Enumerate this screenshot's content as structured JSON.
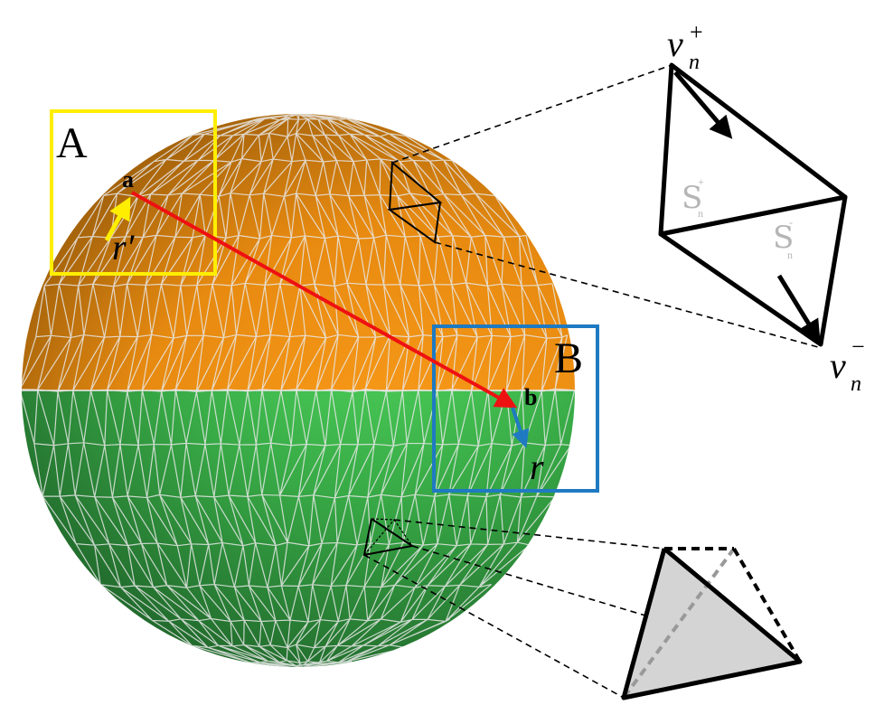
{
  "labels": {
    "box_a": "A",
    "box_b": "B",
    "point_a": "a",
    "point_b": "b",
    "r_prime": "r′",
    "r": "r",
    "v": "v",
    "sub_n": "n",
    "sup_plus": "+",
    "sup_minus": "−",
    "s_symbol": "S",
    "s_plus": "+",
    "s_minus": "-"
  },
  "colors": {
    "upper_sphere_light": "#ff9f1c",
    "upper_sphere_dark": "#7a4a08",
    "lower_sphere_light": "#5ef06a",
    "lower_sphere_dark": "#1c5a26",
    "mesh_lines": "#e8e8e8",
    "box_a": "#ffee00",
    "box_b": "#1f7ac2",
    "vector_ab": "#ee1111",
    "vector_r_prime": "#ffee00",
    "vector_r": "#1f7ac2",
    "tetra_face": "#d4d4d4"
  }
}
